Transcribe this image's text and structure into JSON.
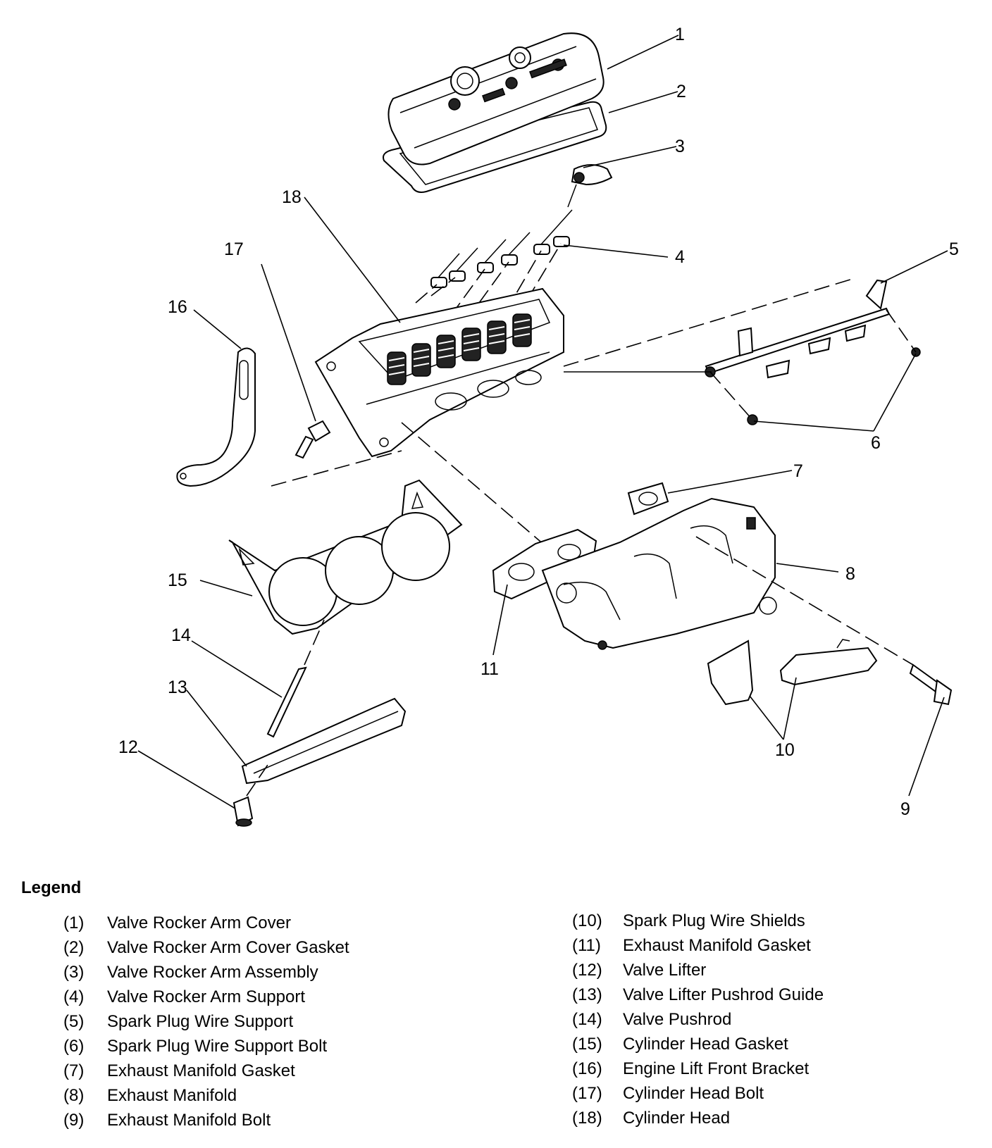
{
  "callouts": [
    "1",
    "2",
    "3",
    "4",
    "5",
    "6",
    "7",
    "8",
    "9",
    "10",
    "11",
    "12",
    "13",
    "14",
    "15",
    "16",
    "17",
    "18"
  ],
  "legend": {
    "title": "Legend",
    "left": [
      {
        "num": "(1)",
        "label": "Valve Rocker Arm Cover"
      },
      {
        "num": "(2)",
        "label": "Valve Rocker Arm Cover Gasket"
      },
      {
        "num": "(3)",
        "label": "Valve Rocker Arm Assembly"
      },
      {
        "num": "(4)",
        "label": "Valve Rocker Arm Support"
      },
      {
        "num": "(5)",
        "label": "Spark Plug Wire Support"
      },
      {
        "num": "(6)",
        "label": "Spark Plug Wire Support Bolt"
      },
      {
        "num": "(7)",
        "label": "Exhaust Manifold Gasket"
      },
      {
        "num": "(8)",
        "label": "Exhaust Manifold"
      },
      {
        "num": "(9)",
        "label": "Exhaust Manifold Bolt"
      }
    ],
    "right": [
      {
        "num": "(10)",
        "label": "Spark Plug Wire Shields"
      },
      {
        "num": "(11)",
        "label": "Exhaust Manifold Gasket"
      },
      {
        "num": "(12)",
        "label": "Valve Lifter"
      },
      {
        "num": "(13)",
        "label": "Valve Lifter Pushrod Guide"
      },
      {
        "num": "(14)",
        "label": "Valve Pushrod"
      },
      {
        "num": "(15)",
        "label": "Cylinder Head Gasket"
      },
      {
        "num": "(16)",
        "label": "Engine Lift Front Bracket"
      },
      {
        "num": "(17)",
        "label": "Cylinder Head Bolt"
      },
      {
        "num": "(18)",
        "label": "Cylinder Head"
      }
    ]
  }
}
